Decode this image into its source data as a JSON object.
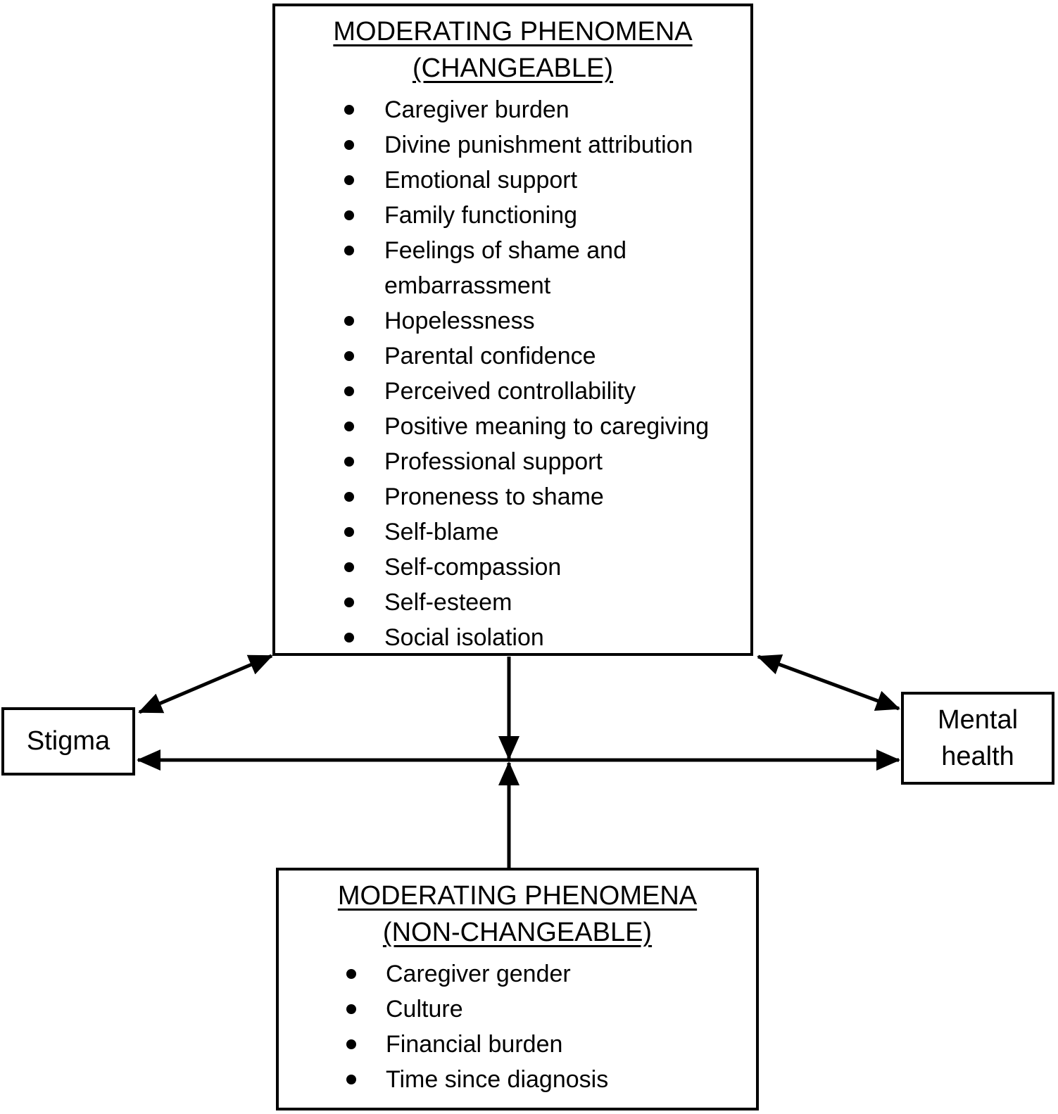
{
  "diagram": {
    "top_box": {
      "title_line1": "MODERATING PHENOMENA",
      "title_line2": "(CHANGEABLE)",
      "items": [
        "Caregiver burden",
        "Divine punishment attribution",
        "Emotional support",
        "Family functioning",
        "Feelings of shame and embarrassment",
        "Hopelessness",
        "Parental confidence",
        "Perceived controllability",
        "Positive meaning to caregiving",
        "Professional support",
        "Proneness to shame",
        "Self-blame",
        "Self-compassion",
        "Self-esteem",
        "Social isolation"
      ]
    },
    "bottom_box": {
      "title_line1": "MODERATING PHENOMENA",
      "title_line2": "(NON-CHANGEABLE)",
      "items": [
        "Caregiver gender",
        "Culture",
        "Financial burden",
        "Time since diagnosis"
      ]
    },
    "left_box": {
      "label": "Stigma"
    },
    "right_box": {
      "label_line1": "Mental",
      "label_line2": "health"
    },
    "colors": {
      "line": "#000000",
      "background": "#ffffff"
    }
  }
}
